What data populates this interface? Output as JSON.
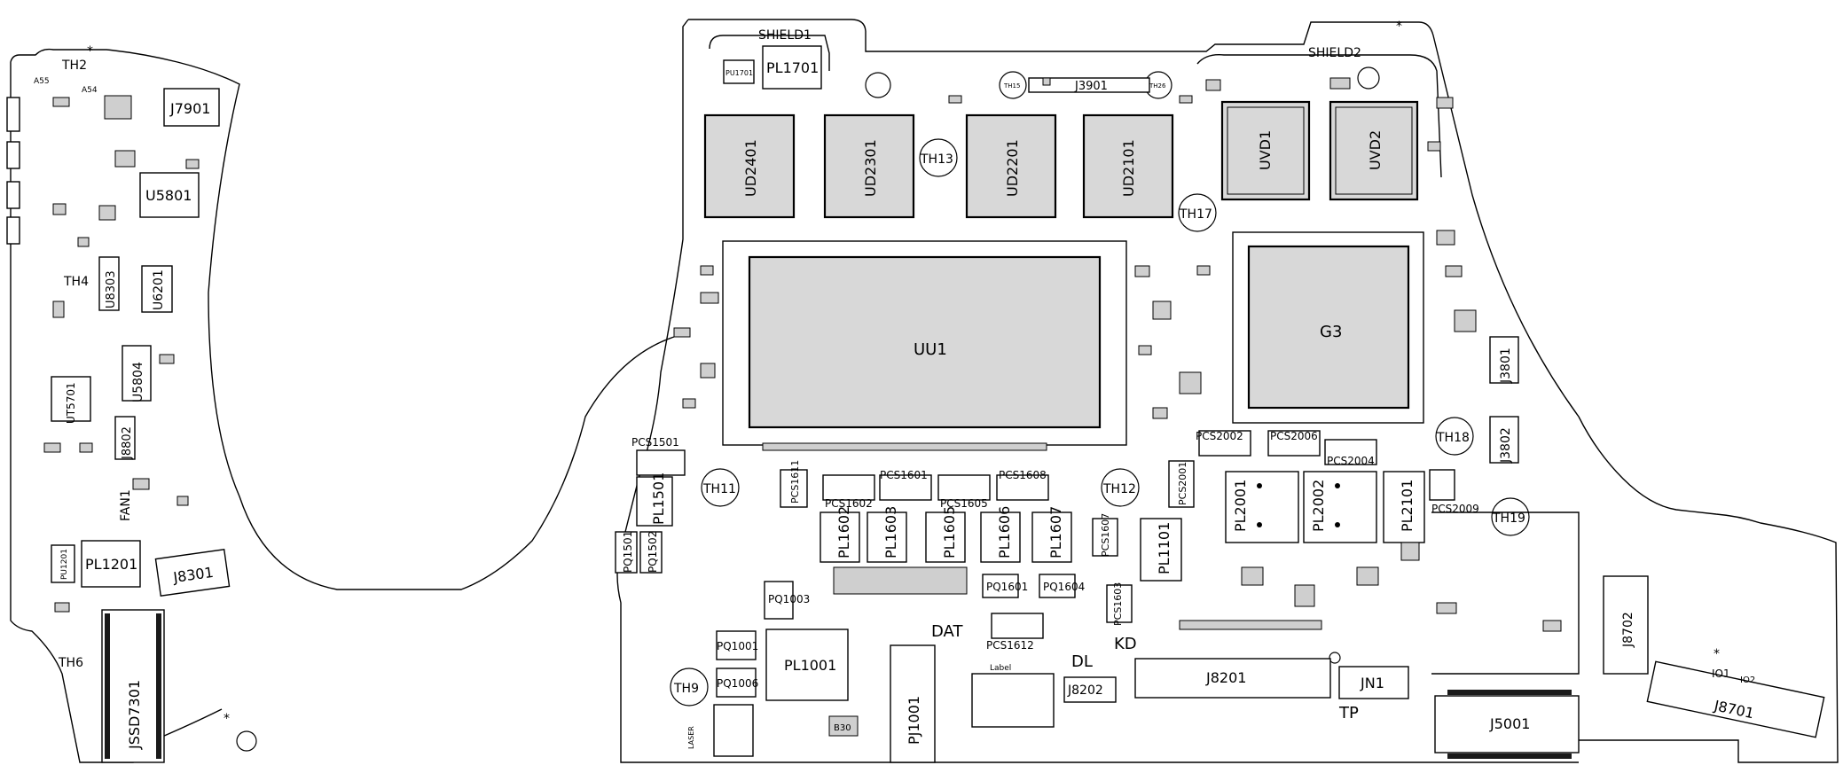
{
  "board": {
    "shields": {
      "shield1": "SHIELD1",
      "shield2": "SHIELD2"
    },
    "big_chips": {
      "uu1": "UU1",
      "g3": "G3"
    },
    "memory": {
      "ud2401": "UD2401",
      "ud2301": "UD2301",
      "ud2201": "UD2201",
      "ud2101": "UD2101",
      "uvd1": "UVD1",
      "uvd2": "UVD2"
    },
    "thermal": {
      "th2": "TH2",
      "th4": "TH4",
      "th6": "TH6",
      "th9": "TH9",
      "th11": "TH11",
      "th12": "TH12",
      "th13": "TH13",
      "th17": "TH17",
      "th18": "TH18",
      "th19": "TH19",
      "th15": "TH15",
      "th26": "TH26"
    },
    "connectors": {
      "j7901": "J7901",
      "j8301": "J8301",
      "jssd7301": "JSSD7301",
      "j8802": "J8802",
      "j8201": "J8201",
      "j8202": "J8202",
      "jn1": "JN1",
      "j5001": "J5001",
      "j8702": "J8702",
      "j8701": "J8701",
      "pj1001": "PJ1001",
      "j3901": "J3901",
      "j3801": "J3801",
      "j3802": "J3802"
    },
    "inductors": {
      "pl1701": "PL1701",
      "pl1201": "PL1201",
      "pl1001": "PL1001",
      "pl1501": "PL1501",
      "pl1602": "PL1602",
      "pl1603": "PL1603",
      "pl1605": "PL1605",
      "pl1606": "PL1606",
      "pl1607": "PL1607",
      "pl1101": "PL1101",
      "pl2001": "PL2001",
      "pl2002": "PL2002",
      "pl2101": "PL2101"
    },
    "ics": {
      "u5801": "U5801",
      "u8303": "U8303",
      "u6201": "U6201",
      "u5804": "U5804",
      "ut5701": "UT5701",
      "pu1201": "PU1201",
      "pu1701": "PU1701"
    },
    "mosfets": {
      "pq1001": "PQ1001",
      "pq1003": "PQ1003",
      "pq1006": "PQ1006",
      "pq1501": "PQ1501",
      "pq1502": "PQ1502",
      "pq1601": "PQ1601",
      "pq1604": "PQ1604"
    },
    "caps": {
      "pcs1501": "PCS1501",
      "pcs1601": "PCS1601",
      "pcs1602": "PCS1602",
      "pcs1605": "PCS1605",
      "pcs1608": "PCS1608",
      "pcs1612": "PCS1612",
      "pcs2002": "PCS2002",
      "pcs2006": "PCS2006",
      "pcs2004": "PCS2004",
      "pcs2009": "PCS2009",
      "pcs2001": "PCS2001",
      "pcs1611": "PCS1611",
      "pcs1603": "PCS1603",
      "pcs1607": "PCS1607"
    },
    "misc": {
      "fan": "FAN1",
      "dat": "DAT",
      "dl": "DL",
      "kd": "KD",
      "tp": "TP",
      "label": "Label",
      "laser": "LASER",
      "io1": "IO1",
      "io2": "IO2",
      "a55": "A55",
      "a54": "A54",
      "b30": "B30",
      "star": "*"
    }
  }
}
